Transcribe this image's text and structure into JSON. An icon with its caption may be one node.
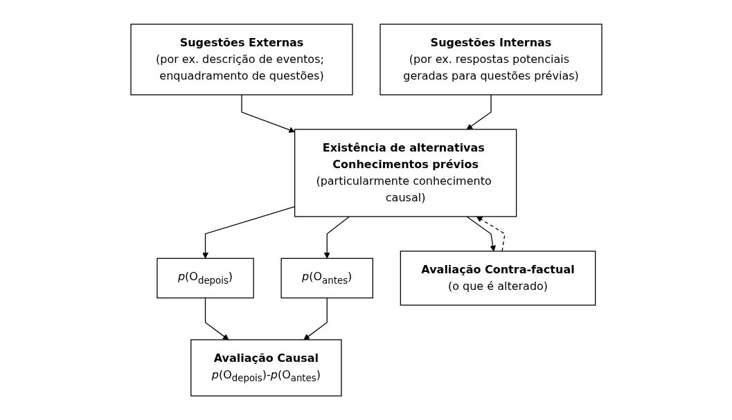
{
  "diagram": {
    "nodes": [
      {
        "text": [
          "Sugestões Externas",
          "(por ex. descrição de eventos; enquadramento de questões)"
        ]
      },
      {
        "text": [
          "Sugestões Internas",
          "(por ex. respostas potenciais geradas para questões prévias)"
        ]
      },
      {
        "text": [
          "Existência de alternativas Conhecimentos prévios",
          "(particularmente conhecimento causal)"
        ]
      },
      {
        "text": [
          "*p*(O$_{depois}$)"
        ]
      },
      {
        "text": [
          "*p*(O$_{antes}$)"
        ]
      },
      {
        "text": [
          "Avaliação Contra-factual",
          "(o que é alterado)"
        ]
      },
      {
        "text": [
          "Avaliação Causal",
          "*p*(O$_{depois}$)-*p*(O$_{antes}$)"
        ]
      }
    ],
    "edges": [
      {
        "from": 0,
        "to": 2,
        "arrow": "to"
      },
      {
        "from": 1,
        "to": 2,
        "arrow": "to"
      },
      {
        "from": 2,
        "to": 3,
        "arrow": "to"
      },
      {
        "from": 2,
        "to": 4,
        "arrow": "to"
      },
      {
        "from": 2,
        "to": 5,
        "arrow": "to"
      },
      {
        "from": 5,
        "to": 2,
        "arrow": "to",
        "style": "dashed"
      },
      {
        "from": 3,
        "to": 6,
        "arrow": "to"
      },
      {
        "from": 4,
        "to": 6,
        "arrow": "to"
      }
    ]
  }
}
